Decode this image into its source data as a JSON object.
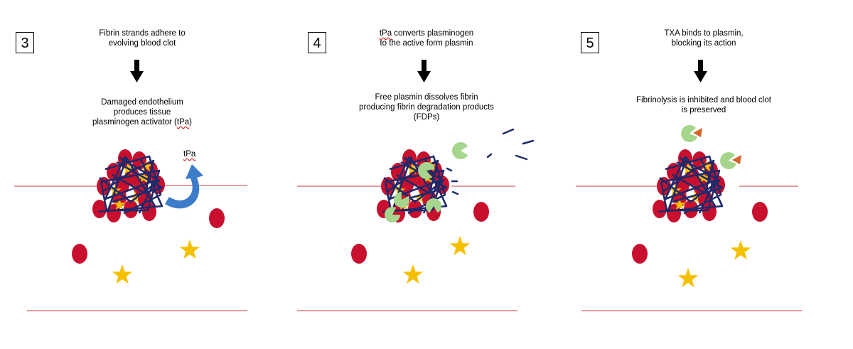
{
  "colors": {
    "vessel_wall": "#e07a7a",
    "red_cell": "#c8102e",
    "platelet": "#f5c000",
    "fibrin": "#1c2a6b",
    "tpa_arrow": "#3d7cc9",
    "plasmin": "#a6d68e",
    "txa": "#d4622a",
    "fdp": "#1c2a6b"
  },
  "panels": [
    {
      "number": "3",
      "top_caption": "Fibrin strands adhere to\nevolving blood clot",
      "bottom_caption_pre": "Damaged endothelium\nproduces tissue\nplasminogen activator (",
      "bottom_caption_tpa": "tPa",
      "bottom_caption_post": ")",
      "tpa_label": "tPa"
    },
    {
      "number": "4",
      "top_caption_tpa": "tPa",
      "top_caption_rest": " converts plasminogen\nto the active form plasmin",
      "bottom_caption": "Free plasmin dissolves fibrin\nproducing fibrin degradation products\n(FDPs)"
    },
    {
      "number": "5",
      "top_caption": "TXA binds to plasmin,\nblocking its action",
      "bottom_caption": "Fibrinolysis is inhibited and blood clot\nis preserved"
    }
  ]
}
